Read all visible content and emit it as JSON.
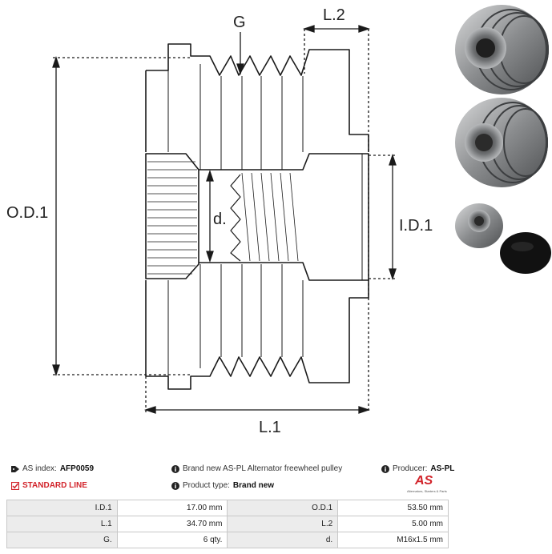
{
  "drawing": {
    "labels": {
      "g": "G",
      "l2": "L.2",
      "od1": "O.D.1",
      "d": "d.",
      "id1": "I.D.1",
      "l1": "L.1"
    }
  },
  "photos": {
    "icons": [
      "pulley-front-photo",
      "pulley-rear-photo",
      "pulley-cap-photo"
    ]
  },
  "info": {
    "as_index_label": "AS index:",
    "as_index_value": "AFP0059",
    "line_label": "STANDARD LINE",
    "description": "Brand new AS-PL Alternator freewheel pulley",
    "product_type_label": "Product type:",
    "product_type_value": "Brand new",
    "producer_label": "Producer:",
    "producer_value": "AS-PL"
  },
  "logo": {
    "brand": "AS",
    "tagline": "Alternators, Starters & Parts"
  },
  "specs": [
    {
      "k1": "I.D.1",
      "v1": "17.00 mm",
      "k2": "O.D.1",
      "v2": "53.50 mm"
    },
    {
      "k1": "L.1",
      "v1": "34.70 mm",
      "k2": "L.2",
      "v2": "5.00 mm"
    },
    {
      "k1": "G.",
      "v1": "6 qty.",
      "k2": "d.",
      "v2": "M16x1.5 mm"
    }
  ],
  "colors": {
    "accent_red": "#d2232a",
    "table_key_bg": "#ececec",
    "line": "#1a1a1a"
  }
}
